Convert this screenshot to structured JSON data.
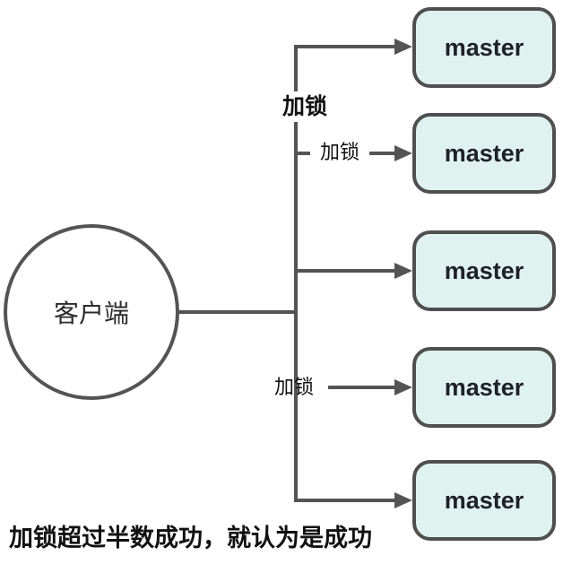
{
  "diagram": {
    "client": {
      "label": "客户端"
    },
    "nodes": [
      {
        "label": "master"
      },
      {
        "label": "master"
      },
      {
        "label": "master"
      },
      {
        "label": "master"
      },
      {
        "label": "master"
      }
    ],
    "edge_labels": {
      "primary": "加锁",
      "secondary": "加锁",
      "quaternary": "加锁"
    },
    "caption": "加锁超过半数成功，就认为是成功",
    "colors": {
      "line": "#545454",
      "node_border": "#4f4f4f",
      "node_fill": "#e0f2f0",
      "node_text": "#1e2227",
      "label_text": "#111111"
    }
  }
}
